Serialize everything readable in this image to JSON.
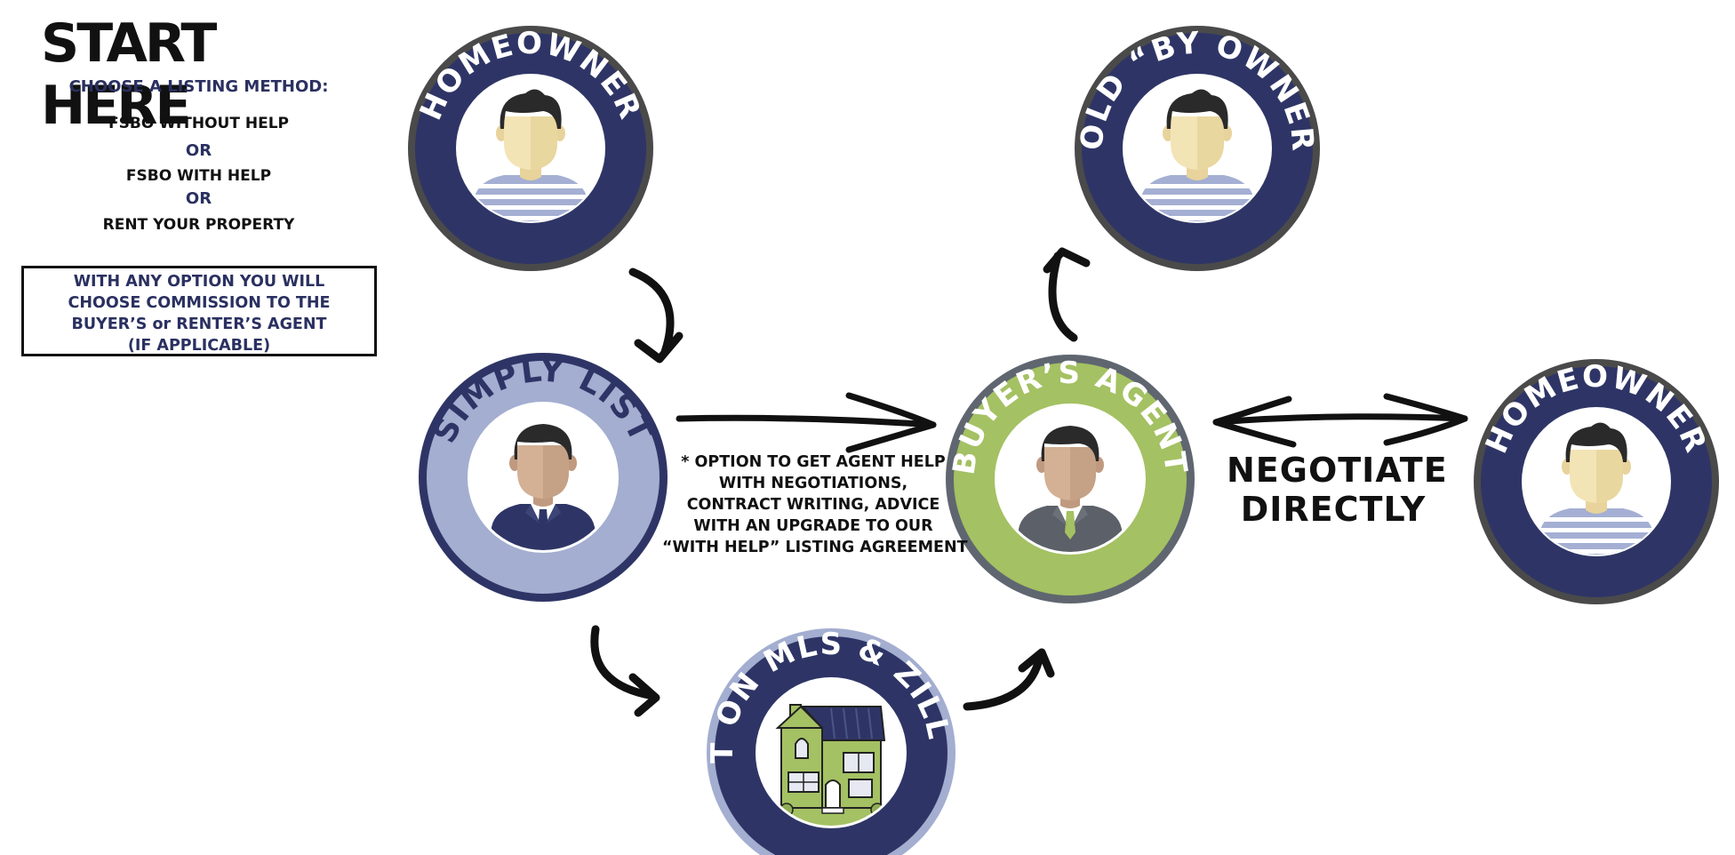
{
  "start": {
    "title": "START HERE",
    "subtitle": "CHOOSE A LISTING METHOD:",
    "options": [
      "FSBO WITHOUT HELP",
      "OR",
      "FSBO WITH HELP",
      "OR",
      "RENT YOUR PROPERTY"
    ],
    "note_lines": [
      "WITH ANY OPTION YOU WILL",
      "CHOOSE COMMISSION TO THE",
      "BUYER’S or RENTER’S AGENT",
      "(IF APPLICABLE)"
    ]
  },
  "nodes": {
    "homeowner_top": {
      "label": "HOMEOWNER"
    },
    "sold_by_owner": {
      "label": "SOLD “BY OWNER”"
    },
    "simply_list": {
      "label": "SIMPLY LIST"
    },
    "buyers_agent": {
      "label": "BUYER’S AGENT"
    },
    "homeowner_right": {
      "label": "HOMEOWNER"
    },
    "mls_zillow": {
      "label": "LIST ON MLS & ZILLOW*"
    }
  },
  "option_note_lines": [
    "* OPTION TO GET AGENT HELP",
    "WITH NEGOTIATIONS,",
    "CONTRACT WRITING, ADVICE",
    "WITH AN UPGRADE TO OUR",
    "“WITH HELP” LISTING AGREEMENT"
  ],
  "negotiate_lines": [
    "NEGOTIATE",
    "DIRECTLY"
  ],
  "colors": {
    "navy": "#2e3566",
    "light_navy": "#a3aed0",
    "green": "#a4c163",
    "dark_ring": "#4a4a4a",
    "gray_ring": "#5f6670"
  }
}
